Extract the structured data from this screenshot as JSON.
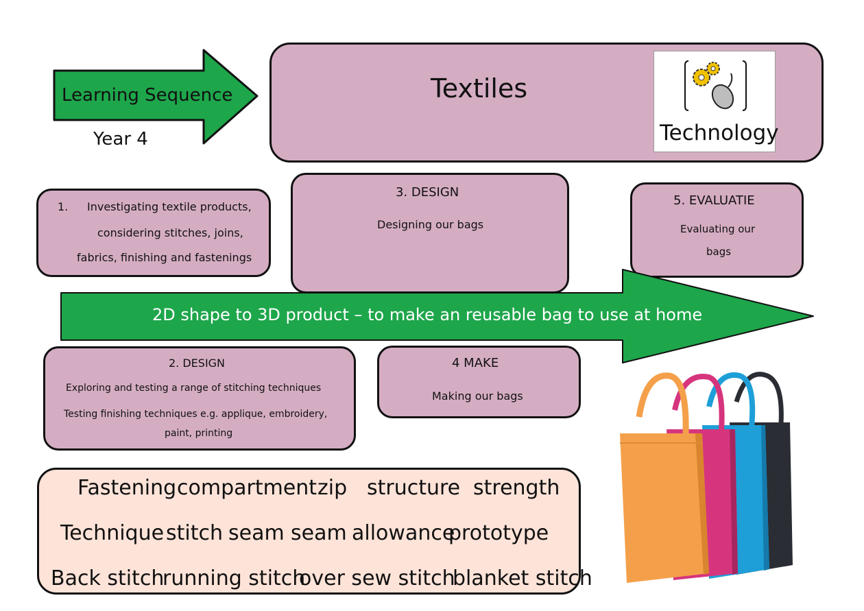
{
  "header": {
    "arrow_label": "Learning Sequence",
    "year": "Year 4",
    "title": "Textiles",
    "logo_label": "Technology"
  },
  "steps": {
    "step1": {
      "number": "1.",
      "lines": [
        "Investigating textile products,",
        "considering stitches, joins,",
        "fabrics, finishing and fastenings"
      ]
    },
    "step2": {
      "heading": "2. DESIGN",
      "lines": [
        "Exploring and testing a range of stitching techniques",
        "Testing finishing techniques e.g. applique, embroidery,",
        "paint, printing"
      ]
    },
    "step3": {
      "heading": "3. DESIGN",
      "lines": [
        "Designing our bags"
      ]
    },
    "step4": {
      "heading": "4 MAKE",
      "lines": [
        "Making our bags"
      ]
    },
    "step5": {
      "heading": "5. EVALUATIE",
      "lines": [
        "Evaluating our",
        "bags"
      ]
    }
  },
  "banner": {
    "text": "2D shape to 3D product – to make an reusable bag to use at home"
  },
  "vocabulary": {
    "rows": [
      [
        "Fastening",
        "compartment",
        "zip",
        "structure",
        "strength"
      ],
      [
        "Technique",
        "stitch",
        "seam",
        "seam",
        "allowance",
        "prototype"
      ],
      [
        "Back stitch",
        "running stitch",
        "over sew stitch",
        "blanket stitch"
      ]
    ]
  },
  "colors": {
    "panel": "#d5adc3",
    "vocab_panel": "#fde3d8",
    "arrow_green": "#1ea64b",
    "bag_orange": "#f4a04a",
    "bag_pink": "#d6357e",
    "bag_blue": "#1e9fd8",
    "bag_black": "#2a2d33"
  },
  "icons": [
    "gears-icon",
    "computer-mouse-icon",
    "learning-arrow-icon",
    "banner-arrow-icon",
    "bags-image"
  ]
}
